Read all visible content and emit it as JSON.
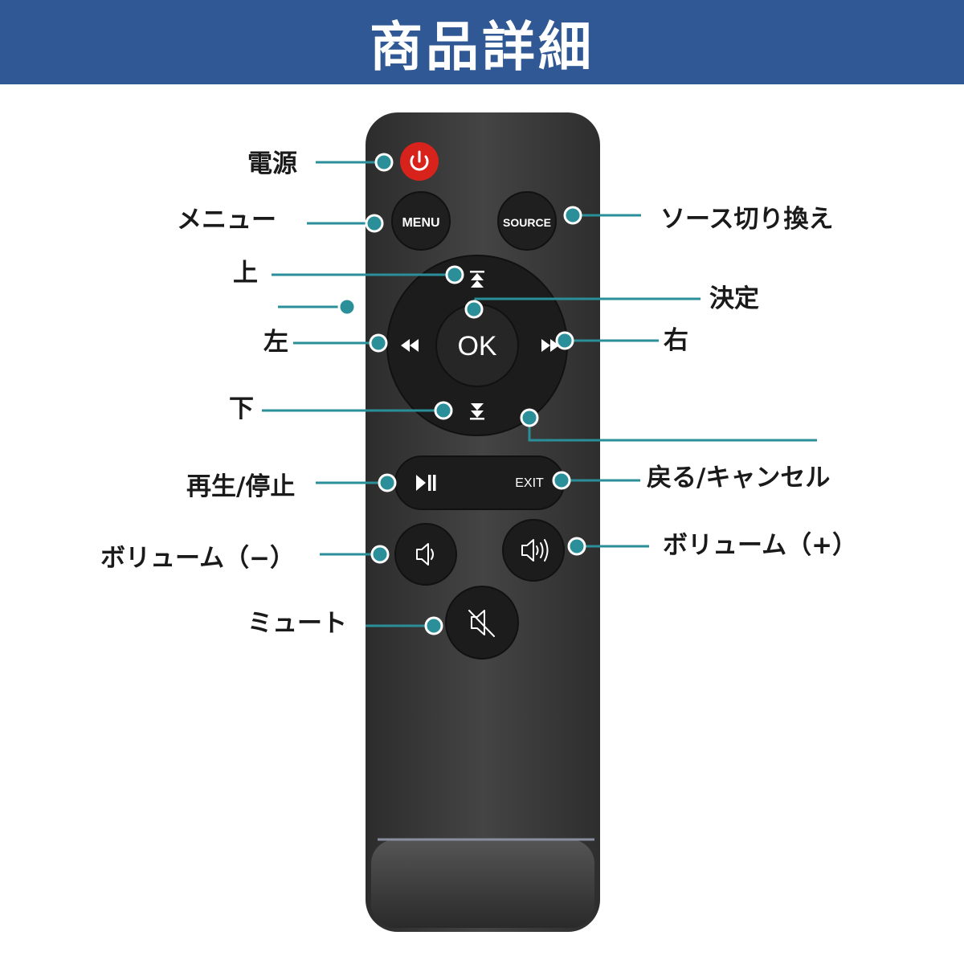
{
  "header": {
    "title": "商品詳細"
  },
  "remote": {
    "menu_button": "MENU",
    "source_button": "SOURCE",
    "ok_button": "OK",
    "exit_button": "EXIT"
  },
  "labels": {
    "power": "電源",
    "menu": "メニュー",
    "source_switch": "ソース切り換え",
    "up": "上",
    "ok": "決定",
    "left": "左",
    "right": "右",
    "down": "下",
    "play_stop": "再生/停止",
    "back_cancel": "戻る/キャンセル",
    "volume_down": "ボリューム（−）",
    "volume_up": "ボリューム（+）",
    "mute": "ミュート"
  },
  "colors": {
    "header_bg": "#2f5894",
    "callout_line": "#2a8f98",
    "remote_body": "#3a3a3a",
    "power_button": "#d8231c"
  },
  "icons": [
    "power-icon",
    "arrow-up-icon",
    "rewind-icon",
    "fast-forward-icon",
    "arrow-down-icon",
    "play-pause-icon",
    "volume-down-icon",
    "volume-up-icon",
    "mute-icon"
  ]
}
